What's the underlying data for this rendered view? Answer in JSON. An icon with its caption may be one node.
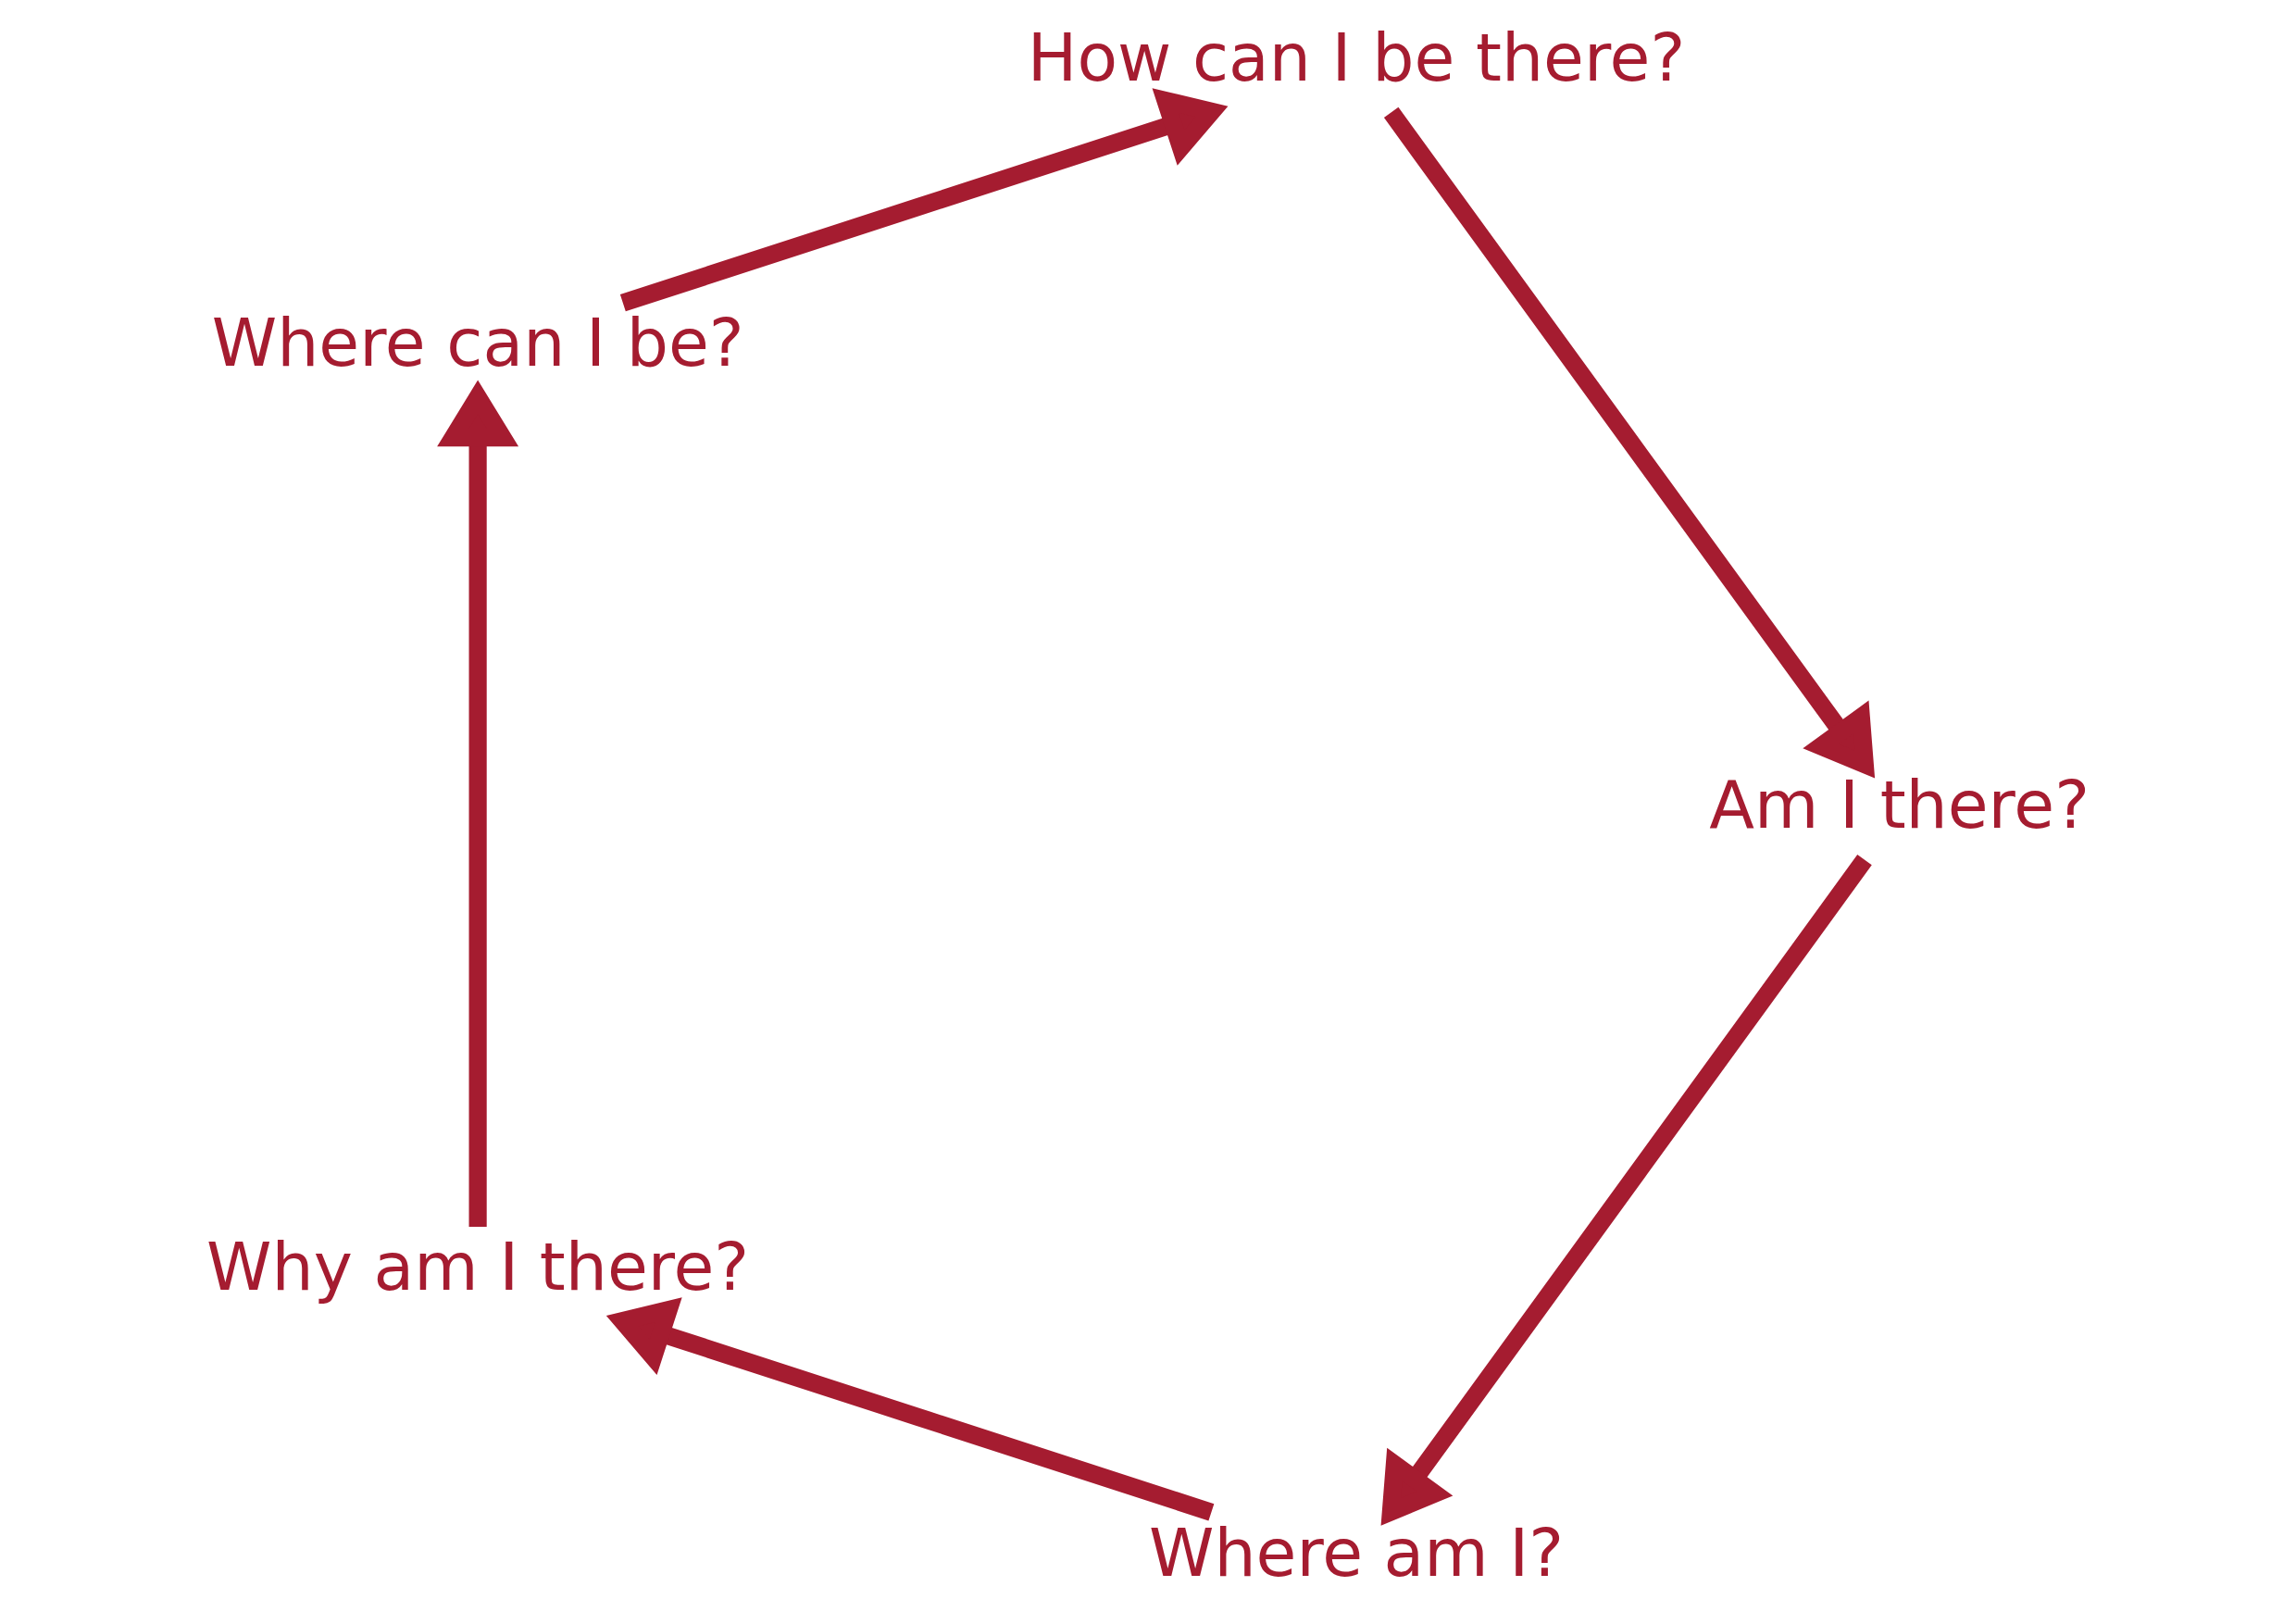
{
  "diagram": {
    "nodes": [
      {
        "text": [
          "Where am I?"
        ]
      },
      {
        "text": [
          "Why am I there?"
        ]
      },
      {
        "text": [
          "Where can I be?"
        ]
      },
      {
        "text": [
          "How can I be there?"
        ]
      },
      {
        "text": [
          "Am I there?"
        ]
      }
    ],
    "edges": [
      {
        "from": 0,
        "to": 1,
        "arrow": "to"
      },
      {
        "from": 1,
        "to": 2,
        "arrow": "to"
      },
      {
        "from": 2,
        "to": 3,
        "arrow": "to"
      },
      {
        "from": 3,
        "to": 4,
        "arrow": "to"
      },
      {
        "from": 4,
        "to": 0,
        "arrow": "to"
      }
    ]
  }
}
